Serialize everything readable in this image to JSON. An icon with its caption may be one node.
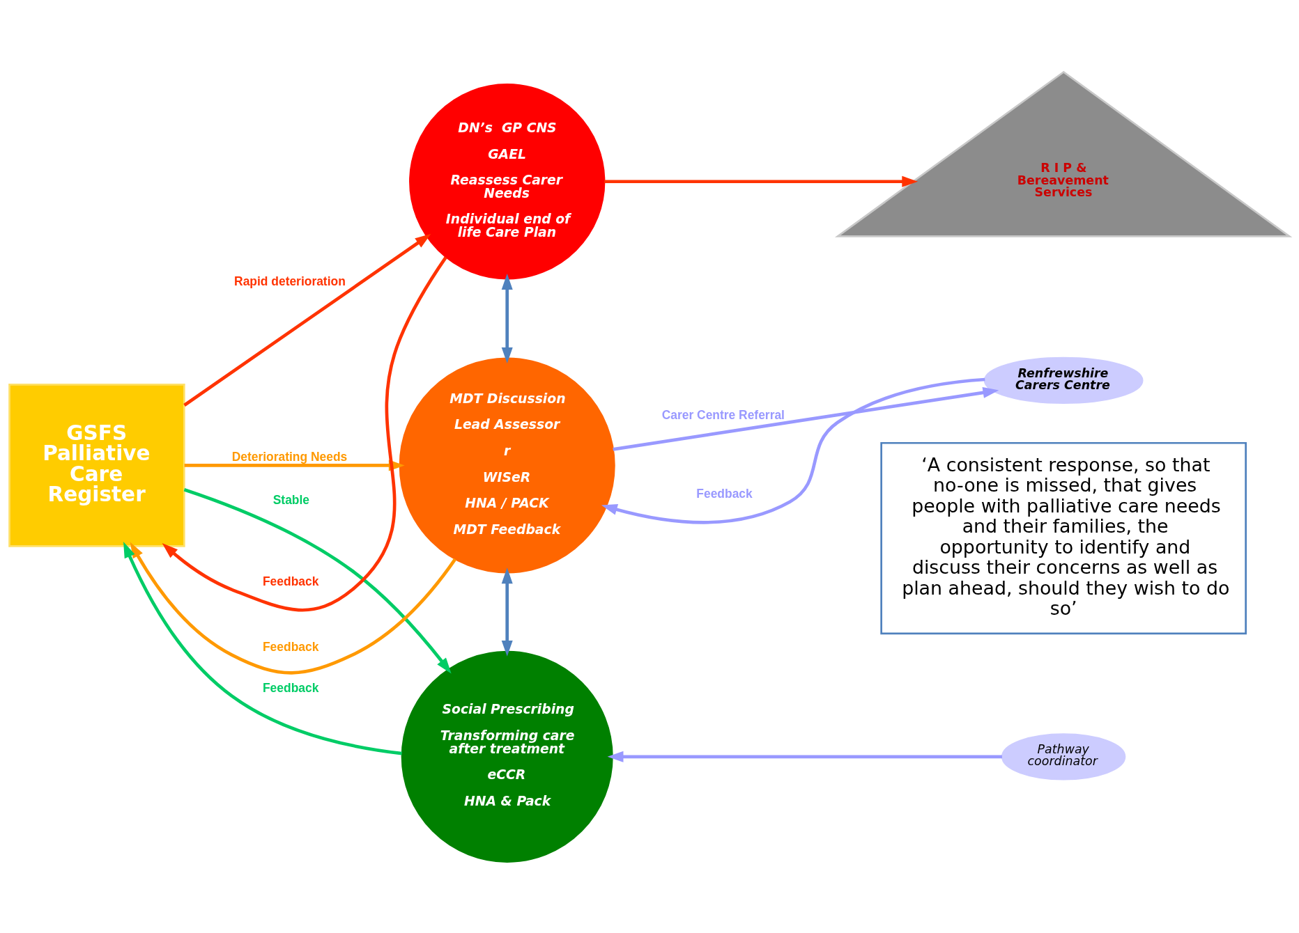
{
  "diagram": {
    "nodes": [
      {
        "text": [
          "GSFS Palliative Care Register"
        ]
      },
      {
        "text": [
          "DN’s  GP CNS",
          "GAEL",
          "Reassess Carer Needs",
          "Individual end of life Care Plan"
        ]
      },
      {
        "text": [
          "R I P & Bereavement Services"
        ]
      },
      {
        "text": [
          "MDT Discussion",
          "Lead Assessor",
          "r",
          "WISeR",
          "HNA / PACK",
          "MDT Feedback"
        ]
      },
      {
        "text": [
          "Social Prescribing",
          "Transforming care after treatment",
          "eCCR",
          "HNA & Pack"
        ]
      },
      {
        "text": [
          "Renfrewshire Carers Centre"
        ]
      },
      {
        "text": [
          "Pathway coordinator"
        ]
      },
      {
        "text": [
          "‘A consistent response, so that no-one is missed, that gives people with palliative care needs and their families, the opportunity to identify and discuss their concerns as well as plan ahead, should they wish to do so’"
        ]
      }
    ],
    "edges": [
      {
        "from": 0,
        "to": 1,
        "arrow": "to",
        "label": "Rapid deterioration",
        "color": "#ff3300"
      },
      {
        "from": 1,
        "to": 0,
        "arrow": "to",
        "label": "Feedback",
        "color": "#ff3300"
      },
      {
        "from": 1,
        "to": 2,
        "arrow": "to",
        "color": "#ff3300"
      },
      {
        "from": 1,
        "to": 3,
        "arrow": "both",
        "color": "#4f81bd"
      },
      {
        "from": 0,
        "to": 3,
        "arrow": "to",
        "label": "Deteriorating Needs",
        "color": "#ff9900"
      },
      {
        "from": 3,
        "to": 0,
        "arrow": "to",
        "label": "Feedback",
        "color": "#ff9900"
      },
      {
        "from": 3,
        "to": 4,
        "arrow": "both",
        "color": "#4f81bd"
      },
      {
        "from": 0,
        "to": 4,
        "arrow": "to",
        "label": "Stable",
        "color": "#00cc66"
      },
      {
        "from": 4,
        "to": 0,
        "arrow": "to",
        "label": "Feedback",
        "color": "#00cc66"
      },
      {
        "from": 5,
        "to": 3,
        "arrow": "to",
        "label": "Feedback",
        "color": "#9999ff"
      },
      {
        "from": 3,
        "to": 5,
        "arrow": "to",
        "label": "Carer Centre Referral",
        "color": "#9999ff"
      },
      {
        "from": 6,
        "to": 4,
        "arrow": "to",
        "color": "#9999ff"
      }
    ]
  }
}
